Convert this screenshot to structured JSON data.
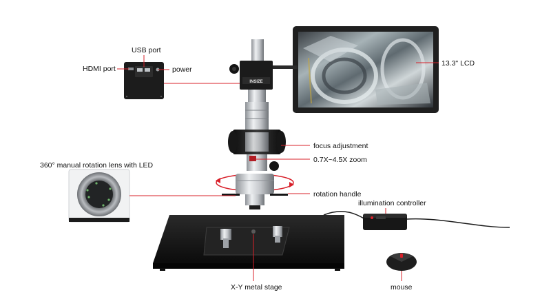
{
  "labels": {
    "usb_port": "USB port",
    "hdmi_port": "HDMI port",
    "power": "power",
    "lcd": "13.3\" LCD",
    "focus_adjustment": "focus adjustment",
    "zoom": "0.7X~4.5X zoom",
    "rotation_lens": "360° manual rotation lens with LED",
    "rotation_handle": "rotation handle",
    "illumination_controller": "illumination controller",
    "stage": "X-Y metal stage",
    "mouse": "mouse"
  },
  "brand_mark": "INSIZE",
  "colors": {
    "callout_line": "#d8202a",
    "rotation_arrow": "#d8202a",
    "body_black": "#1a1a1a",
    "metal": "#c9ccd0"
  }
}
